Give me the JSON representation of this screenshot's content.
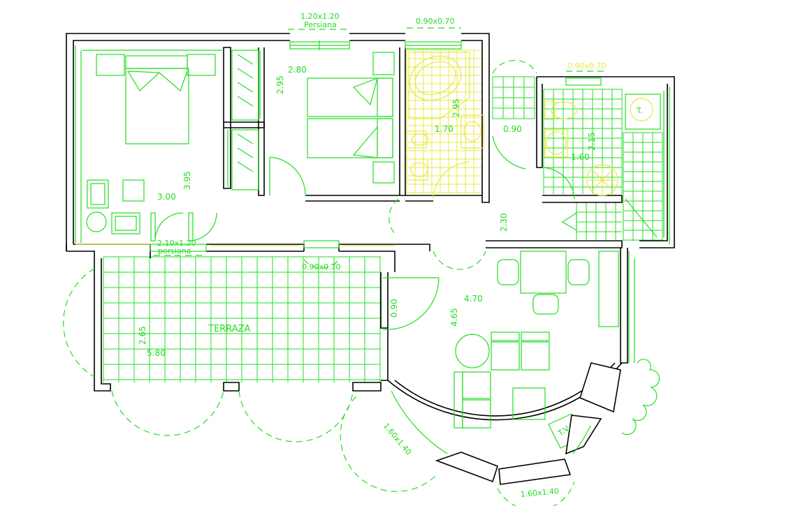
{
  "labels": {
    "win_top_left": "1.20x1.20",
    "win_top_left_sub": "Persiana",
    "win_top_bath": "0.90x0.70",
    "win_top_right": "0.90x0.70",
    "win_bottom_left": "2.10x1.20",
    "win_bottom_left_sub": "persiana",
    "win_bottom_mid": "0.90x0.70",
    "terrace": "TERRAZA",
    "tv": "T.V.",
    "t_label": "T.",
    "arc_win_left": "1.60x1.40",
    "arc_win_bottom": "1.60x1.40"
  },
  "dimensions": {
    "bed1_width": "3.00",
    "bed1_depth": "3.95",
    "bed2_width": "2.80",
    "bed2_depth": "2.95",
    "bath_width": "1.70",
    "bath_depth": "2.95",
    "hall_width": "0.90",
    "bath2_width": "1.60",
    "bath2_depth": "2.15",
    "hall_depth": "2.30",
    "living_width": "4.70",
    "living_depth": "4.65",
    "door_living": "0.90",
    "terrace_depth": "2.65",
    "terrace_width": "5.80"
  },
  "colors": {
    "walls": "#000000",
    "furniture": "#22dd22",
    "sanitary": "#e8e840",
    "background": "#ffffff"
  }
}
